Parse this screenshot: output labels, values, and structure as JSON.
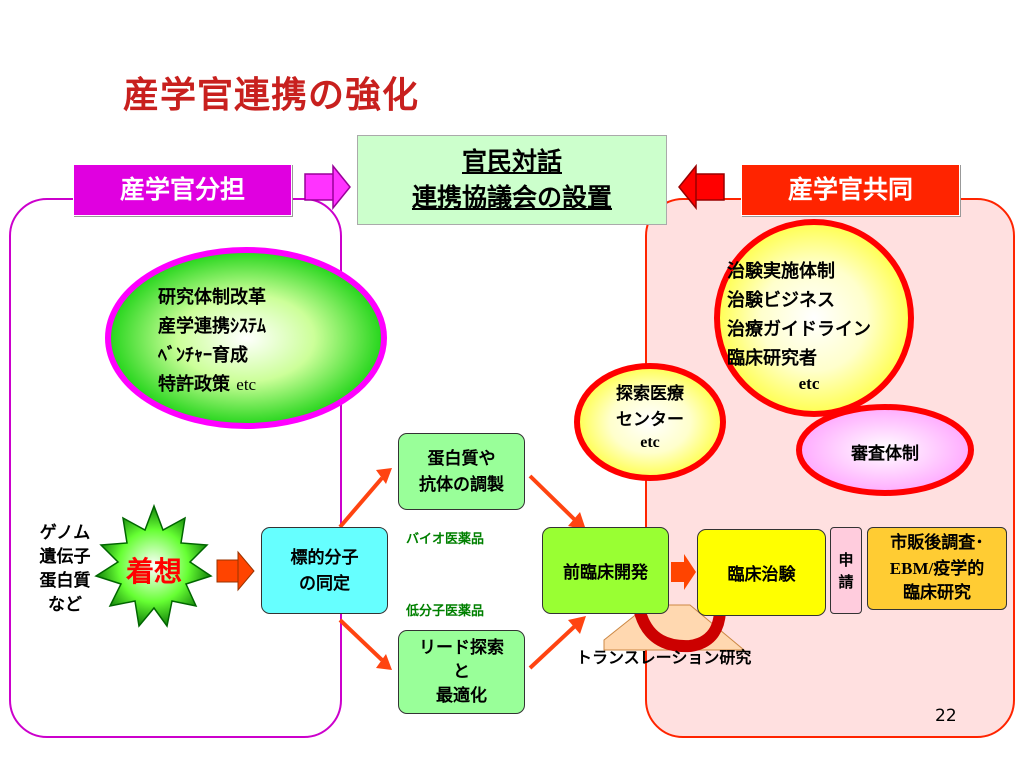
{
  "title": "産学官連携の強化",
  "center_box": {
    "line1": "官民対話",
    "line2": "連携協議会の設置"
  },
  "left_label": "産学官分担",
  "right_label": "産学官共同",
  "green_ellipse": {
    "lines": [
      "研究体制改革",
      "産学連携ｼｽﾃﾑ",
      "ﾍﾞﾝﾁｬｰ育成",
      "特許政策"
    ],
    "etc": "etc"
  },
  "yellow_large": {
    "lines": [
      "治験実施体制",
      "治験ビジネス",
      "治療ガイドライン",
      "臨床研究者"
    ],
    "etc": "etc"
  },
  "yellow_small": {
    "lines": [
      "探索医療",
      "センター"
    ],
    "etc": "etc"
  },
  "pink_ellipse": "審査体制",
  "star_label": "着想",
  "genome_text": [
    "ゲノム",
    "遺伝子",
    "蛋白質",
    "など"
  ],
  "boxes": {
    "target": [
      "標的分子",
      "の同定"
    ],
    "protein": [
      "蛋白質や",
      "抗体の調製"
    ],
    "lead": [
      "リード探索",
      "と",
      "最適化"
    ],
    "preclinical": "前臨床開発",
    "clinical": "臨床治験",
    "application": [
      "申",
      "請"
    ],
    "postmarket": [
      "市販後調査･",
      "EBM/疫学的",
      "臨床研究"
    ]
  },
  "bio_label": "バイオ医薬品",
  "small_mol_label": "低分子医薬品",
  "translation_label": "トランスレーション研究",
  "page_number": "22",
  "colors": {
    "title": "#c8201e",
    "magenta": "#e000e0",
    "red": "#ff2400",
    "green_box": "#99ff66",
    "cyan_box": "#66ffff",
    "yellow": "#ffff00"
  }
}
